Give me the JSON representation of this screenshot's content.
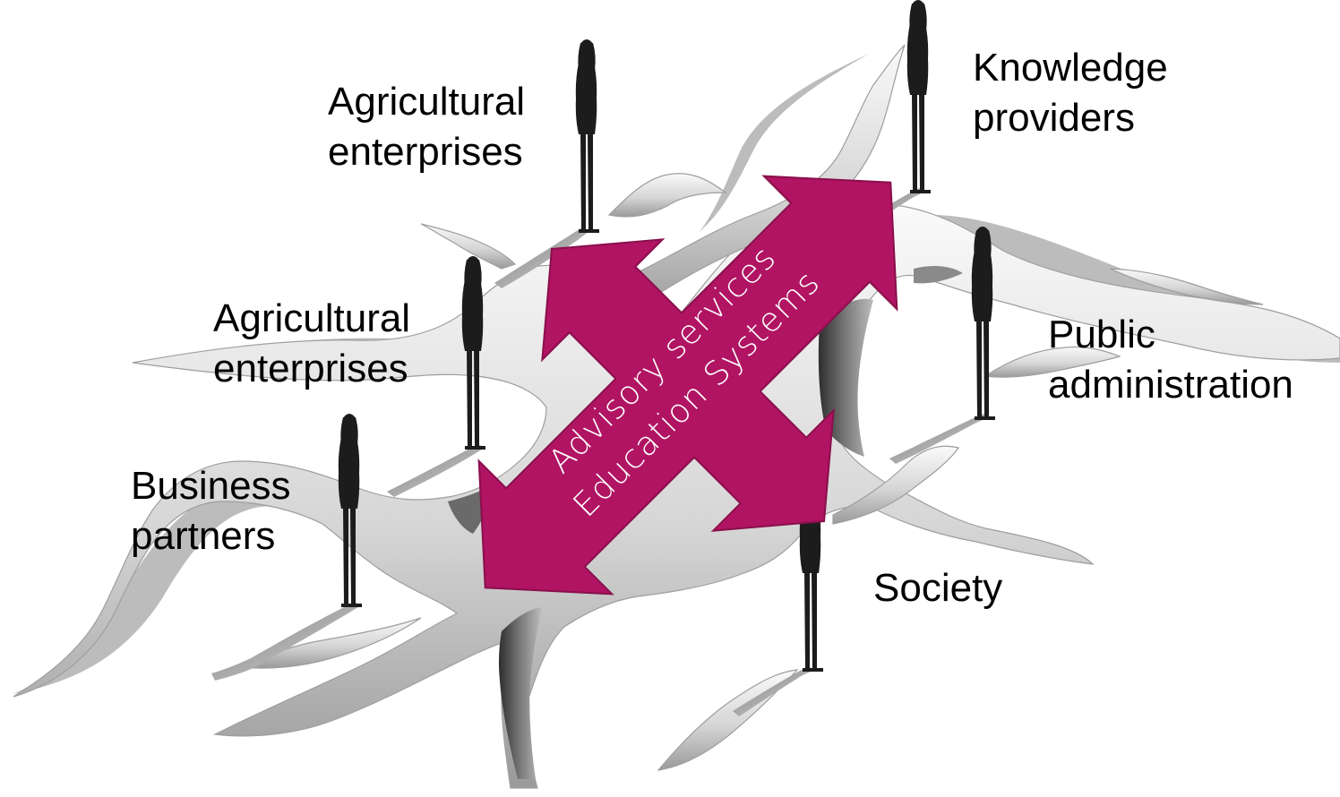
{
  "colors": {
    "accent": "#b01462",
    "crack_light": "#f2f2f2",
    "crack_mid": "#bdbdbd",
    "crack_dark": "#4a4a4a",
    "person": "#1c1c1c"
  },
  "icons": [
    "person-silhouette-icon",
    "double-arrow-icon"
  ],
  "arrow": {
    "line1": "Advisory services",
    "line2": "Education Systems"
  },
  "stakeholders": {
    "agri_top": {
      "line1": "Agricultural",
      "line2": "enterprises"
    },
    "agri_mid": {
      "line1": "Agricultural",
      "line2": "enterprises"
    },
    "business": {
      "line1": "Business",
      "line2": "partners"
    },
    "knowledge": {
      "line1": "Knowledge",
      "line2": "providers"
    },
    "public": {
      "line1": "Public",
      "line2": "administration"
    },
    "society": {
      "line1": "Society"
    }
  }
}
